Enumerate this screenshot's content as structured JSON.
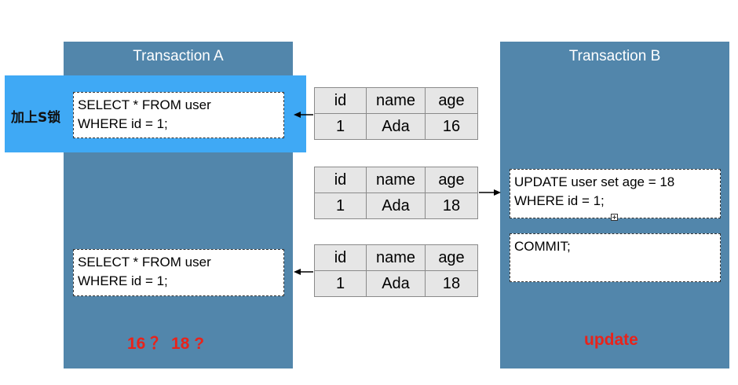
{
  "transaction_a": {
    "title": "Transaction A",
    "lock_label": "加上S锁",
    "query_1": [
      "SELECT * FROM user",
      "WHERE id = 1;"
    ],
    "query_2": [
      "SELECT * FROM user",
      "WHERE id = 1;"
    ],
    "result_note": "16 ？ 18 ?"
  },
  "transaction_b": {
    "title": "Transaction B",
    "update_stmt": [
      "UPDATE user set age = 18",
      "WHERE id = 1;"
    ],
    "commit_stmt": "COMMIT;",
    "note": "update"
  },
  "tables": [
    {
      "headers": [
        "id",
        "name",
        "age"
      ],
      "row": [
        "1",
        "Ada",
        "16"
      ]
    },
    {
      "headers": [
        "id",
        "name",
        "age"
      ],
      "row": [
        "1",
        "Ada",
        "18"
      ]
    },
    {
      "headers": [
        "id",
        "name",
        "age"
      ],
      "row": [
        "1",
        "Ada",
        "18"
      ]
    }
  ],
  "colors": {
    "panel": "#5286ab",
    "highlight": "#3fa9f5",
    "note_red": "#e8231b"
  }
}
